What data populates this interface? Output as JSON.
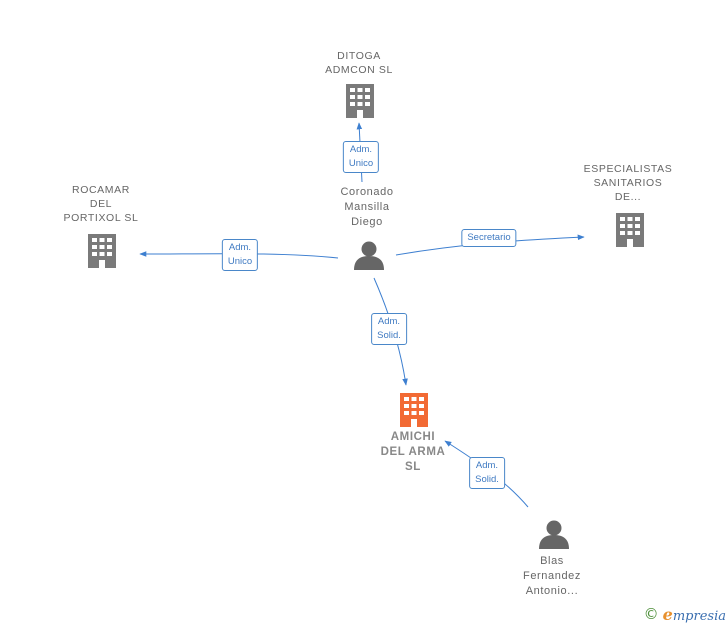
{
  "colors": {
    "edge": "#3d7fd0",
    "company_icon": "#7a7a7a",
    "main_icon": "#f26a34",
    "person_icon": "#666666"
  },
  "nodes": {
    "ditoga": {
      "label": "DITOGA\nADMCON SL",
      "icon": "building-icon"
    },
    "rocamar": {
      "label": "ROCAMAR\nDEL\nPORTIXOL  SL",
      "icon": "building-icon"
    },
    "especialistas": {
      "label": "ESPECIALISTAS\nSANITARIOS\nDE...",
      "icon": "building-icon"
    },
    "coronado": {
      "label": "Coronado\nMansilla\nDiego",
      "icon": "person-icon"
    },
    "amichi": {
      "label": "AMICHI\nDEL ARMA\nSL",
      "icon": "building-icon"
    },
    "blas": {
      "label": "Blas\nFernandez\nAntonio...",
      "icon": "person-icon"
    }
  },
  "edges": {
    "to_ditoga": "Adm.\nUnico",
    "to_rocamar": "Adm.\nUnico",
    "to_especialistas": "Secretario",
    "to_amichi": "Adm.\nSolid.",
    "blas_to_amichi": "Adm.\nSolid."
  },
  "footer": {
    "copyright_symbol": "©",
    "brand_initial": "e",
    "brand_rest": "mpresia"
  }
}
